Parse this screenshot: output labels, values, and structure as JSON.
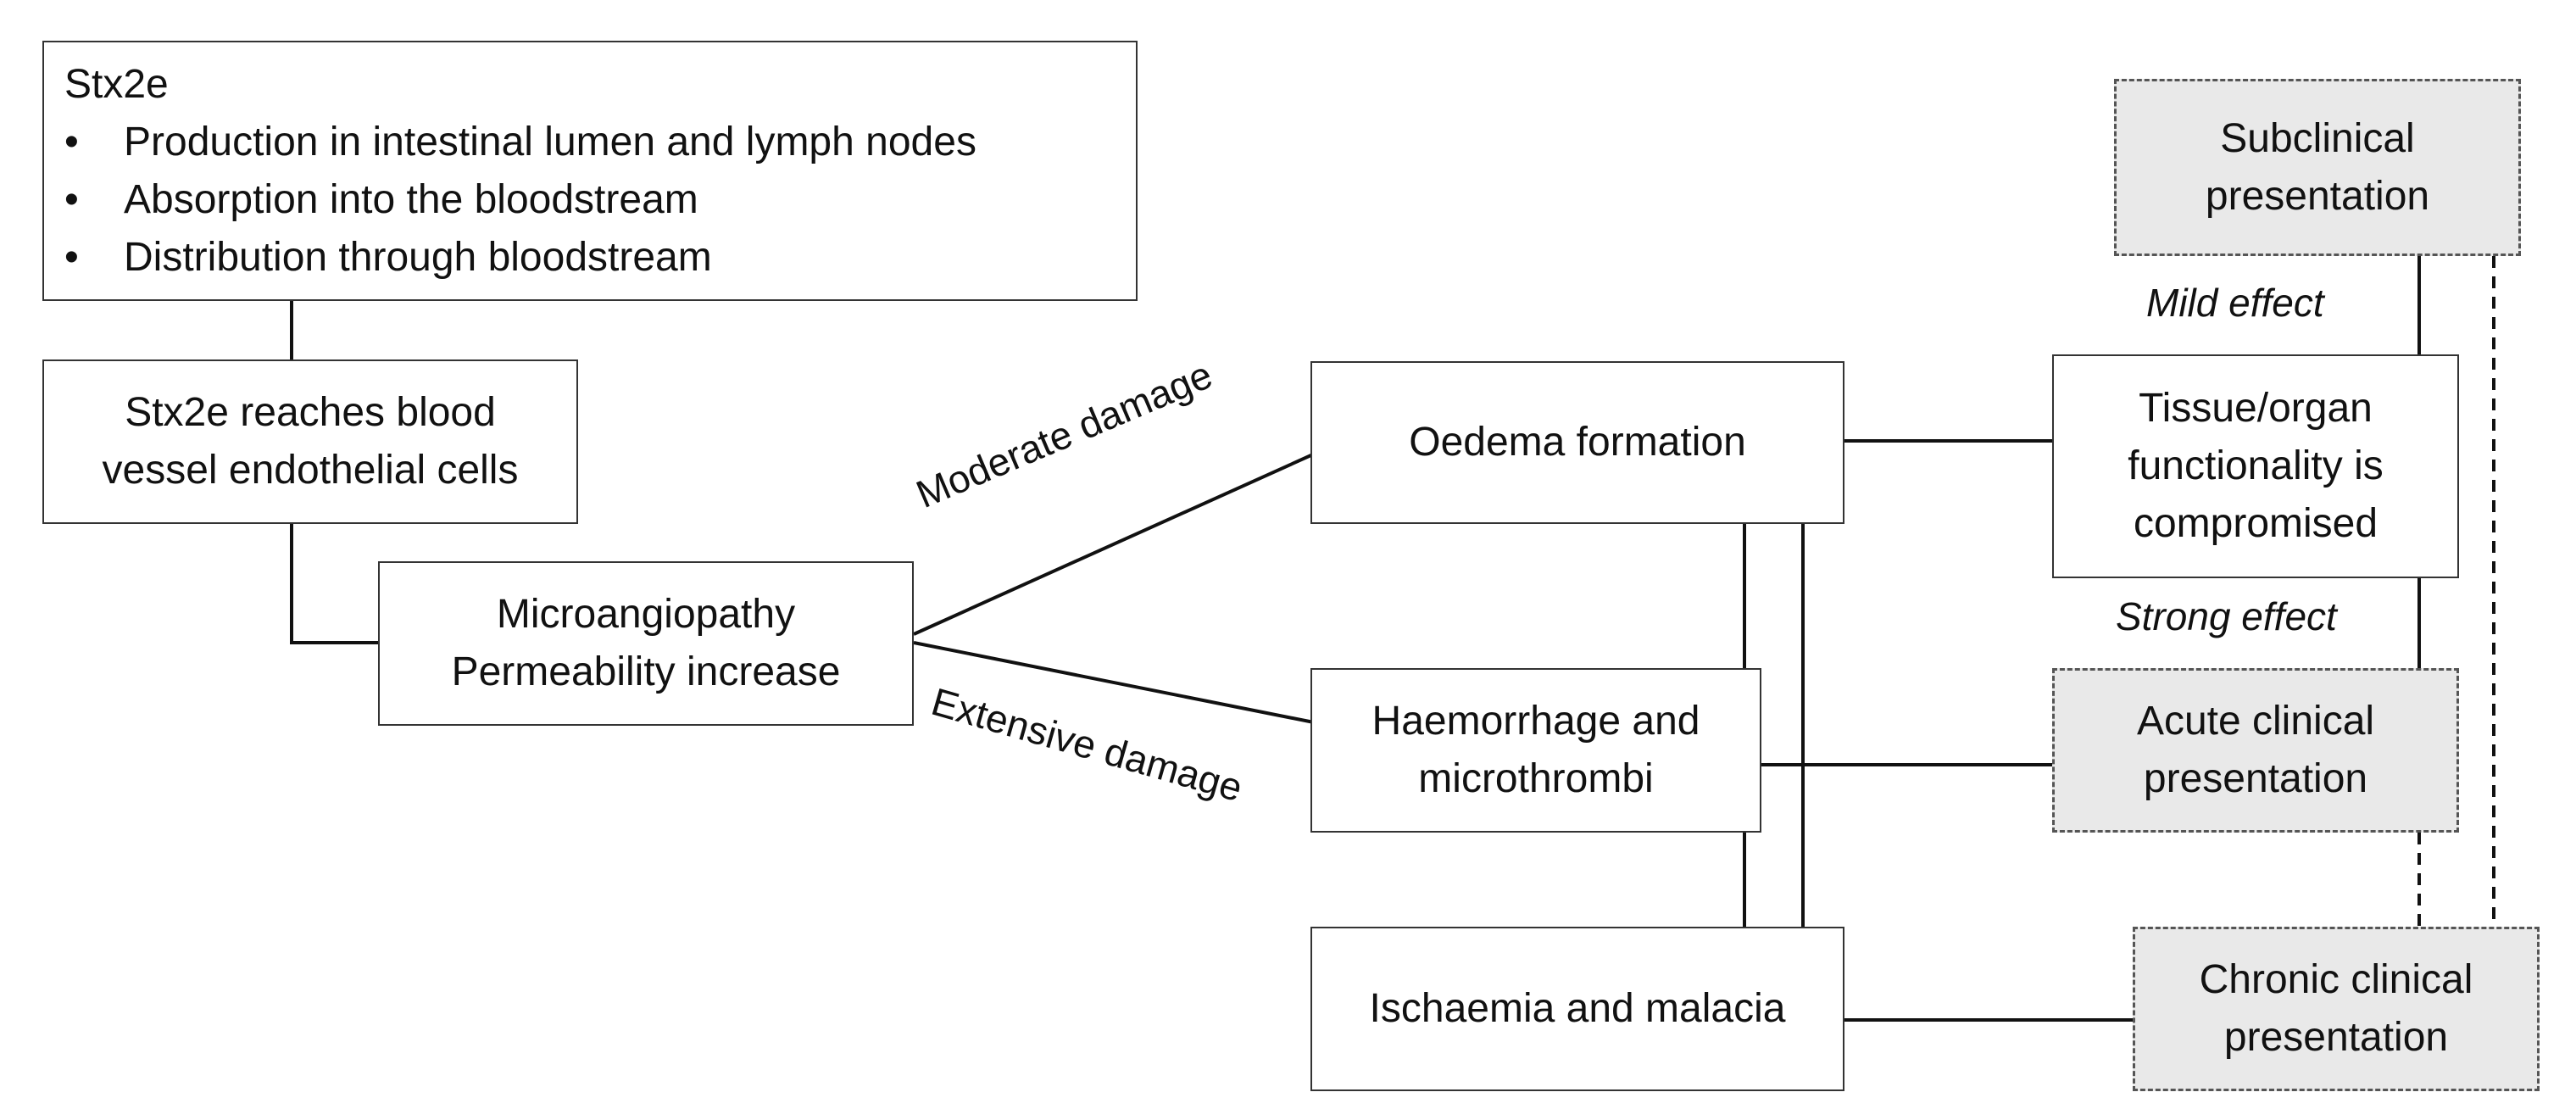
{
  "nodes": {
    "stx2e": {
      "title": "Stx2e",
      "bullets": [
        "Production in intestinal lumen and lymph nodes",
        "Absorption into the bloodstream",
        "Distribution through bloodstream"
      ]
    },
    "reaches": {
      "lines": [
        "Stx2e reaches blood",
        "vessel endothelial cells"
      ]
    },
    "micro": {
      "lines": [
        "Microangiopathy",
        "Permeability increase"
      ]
    },
    "oedema": {
      "lines": [
        "Oedema formation"
      ]
    },
    "haem": {
      "lines": [
        "Haemorrhage and",
        "microthrombi"
      ]
    },
    "isch": {
      "lines": [
        "Ischaemia and malacia"
      ]
    },
    "tissue": {
      "lines": [
        "Tissue/organ",
        "functionality is",
        "compromised"
      ]
    },
    "subclinical": {
      "lines": [
        "Subclinical",
        "presentation"
      ]
    },
    "acute": {
      "lines": [
        "Acute clinical",
        "presentation"
      ]
    },
    "chronic": {
      "lines": [
        "Chronic clinical",
        "presentation"
      ]
    }
  },
  "edge_labels": {
    "moderate": "Moderate damage",
    "extensive": "Extensive damage",
    "mild": "Mild effect",
    "strong": "Strong effect"
  }
}
